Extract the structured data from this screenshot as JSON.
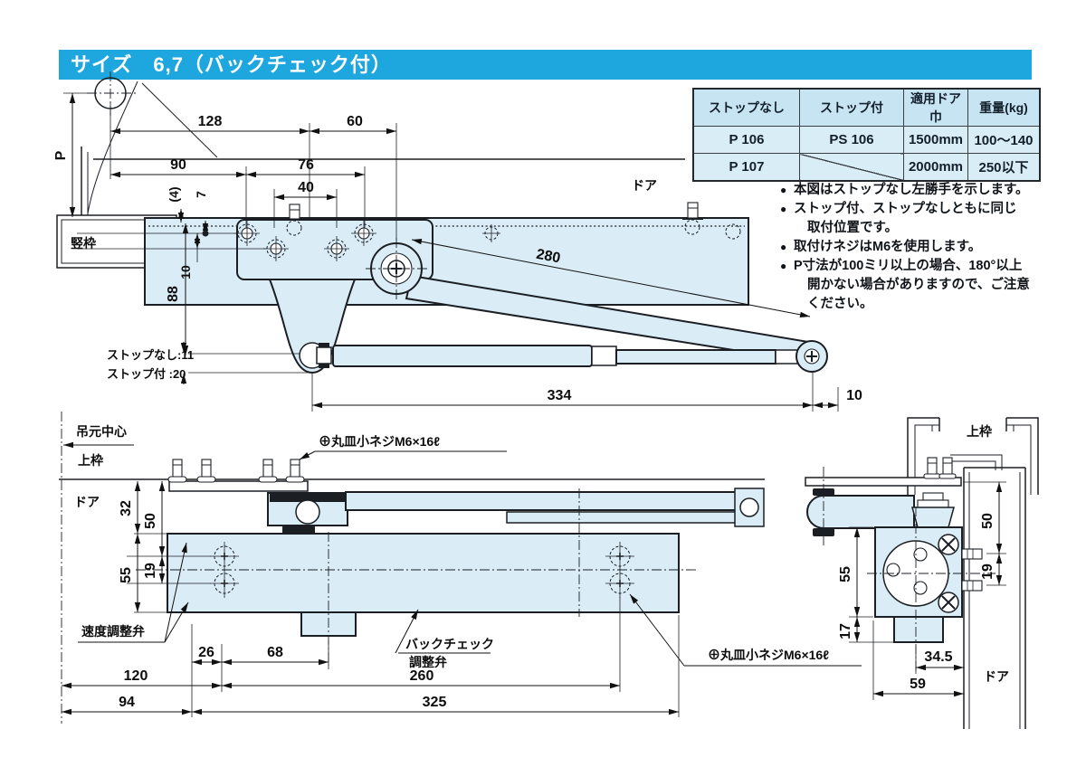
{
  "header": {
    "title": "サイズ　6,7（バックチェック付）"
  },
  "spec_table": {
    "headers": [
      "ストップなし",
      "ストップ付",
      "適用ドア巾",
      "重量(kg)"
    ],
    "rows": [
      [
        "P 106",
        "PS 106",
        "1500mm",
        "100〜140"
      ],
      [
        "P 107",
        "",
        "2000mm",
        "250以下"
      ]
    ]
  },
  "notes": {
    "bullet": "●",
    "items": [
      {
        "l1": "本図はストップなし左勝手を示します。"
      },
      {
        "l1": "ストップ付、ストップなしともに同じ",
        "l2": "取付位置です。"
      },
      {
        "l1": "取付けネジはM6を使用します。"
      },
      {
        "l1": "P寸法が100ミリ以上の場合、180°以上",
        "l2": "開かない場合がありますので、ご注意",
        "l3": "ください。"
      }
    ]
  },
  "plan": {
    "dim_128": "128",
    "dim_60": "60",
    "dim_90": "90",
    "dim_76": "76",
    "dim_40": "40",
    "dim_4": "(4)",
    "dim_7": "7",
    "dim_10_left": "10",
    "dim_88": "88",
    "dim_p": "P",
    "label_frame": "竪枠",
    "label_door": "ドア",
    "dim_280": "280",
    "stop_none": "ストップなし:11",
    "stop_with": "ストップ付 :20",
    "dim_334": "334",
    "dim_10_right": "10"
  },
  "front": {
    "label_hinge_center": "吊元中心",
    "label_top_frame": "上枠",
    "label_door": "ドア",
    "screw_note_top": "⊕丸皿小ネジM6×16ℓ",
    "dim_32": "32",
    "dim_50": "50",
    "dim_55": "55",
    "dim_19": "19",
    "label_speed_valve": "速度調整弁",
    "label_backcheck_1": "バックチェック",
    "label_backcheck_2": "調整弁",
    "screw_note_bottom": "⊕丸皿小ネジM6×16ℓ",
    "dim_26": "26",
    "dim_68": "68",
    "dim_120": "120",
    "dim_94": "94",
    "dim_260": "260",
    "dim_325": "325"
  },
  "side": {
    "label_top_frame": "上枠",
    "label_door": "ドア",
    "dim_50": "50",
    "dim_19": "19",
    "dim_55": "55",
    "dim_17": "17",
    "dim_34_5": "34.5",
    "dim_59": "59"
  },
  "colors": {
    "header_blue": "#1ea7df",
    "fill_blue": "#daecf6",
    "line": "#1b1f24"
  }
}
